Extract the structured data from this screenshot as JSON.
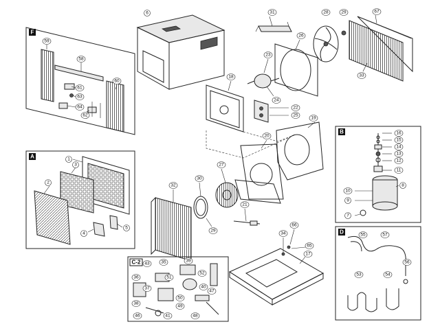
{
  "boxes": {
    "F": "F",
    "A": "A",
    "B": "B",
    "C2": "C-2",
    "D": "D"
  },
  "parts": {
    "p6": "6",
    "p31": "31",
    "p28": "28",
    "p29a": "29",
    "p67": "67",
    "p26": "26",
    "p23": "23",
    "p33": "33",
    "p18": "18",
    "p24": "24",
    "p22": "22",
    "p25": "25",
    "p19": "19",
    "p20": "20",
    "p27": "27",
    "p30": "30",
    "p32": "32",
    "p29b": "29",
    "p21": "21",
    "p34": "34",
    "p66": "66",
    "p65": "65",
    "p17": "17",
    "f59": "59",
    "f58": "58",
    "f60": "60",
    "f61": "61",
    "f63": "63",
    "f64": "64",
    "f62": "62",
    "a1": "1",
    "a3": "3",
    "a2": "2",
    "a4": "4",
    "a5": "5",
    "b16": "16",
    "b15": "15",
    "b14": "14",
    "b13": "13",
    "b12": "12",
    "b11": "11",
    "b10": "10",
    "b8": "8",
    "b9": "9",
    "b7": "7",
    "c43": "43",
    "c35": "35",
    "c39": "39",
    "c36": "36",
    "c51": "51",
    "c52": "52",
    "c37": "37",
    "c40": "40",
    "c50": "50",
    "c49": "49",
    "c47": "47",
    "c38": "38",
    "c46": "46",
    "c41": "41",
    "c48": "48",
    "d55": "55",
    "d57": "57",
    "d56": "56",
    "d53": "53",
    "d54": "54"
  }
}
